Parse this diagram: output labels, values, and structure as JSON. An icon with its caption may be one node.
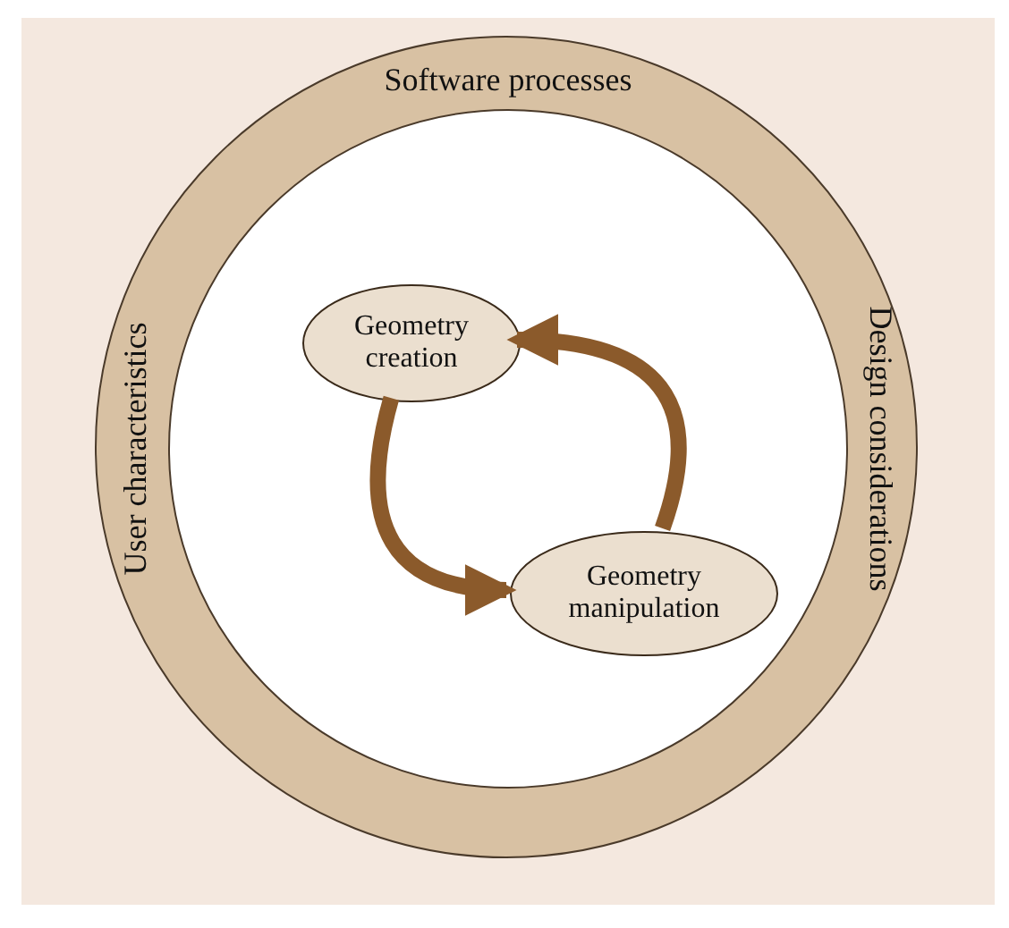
{
  "diagram": {
    "nodes": [
      {
        "text": [
          "Software processes",
          "Design considerations",
          "User characteristics"
        ]
      },
      {
        "text": [],
        "shape": "circle",
        "in": 0
      },
      {
        "text": [
          "Geometry creation"
        ],
        "in": 1
      },
      {
        "text": [
          "Geometry manipulation"
        ],
        "in": 1
      }
    ],
    "edges": [
      {
        "from": 2,
        "to": 3,
        "arrow": "to"
      },
      {
        "from": 3,
        "to": 2,
        "arrow": "to"
      }
    ]
  }
}
